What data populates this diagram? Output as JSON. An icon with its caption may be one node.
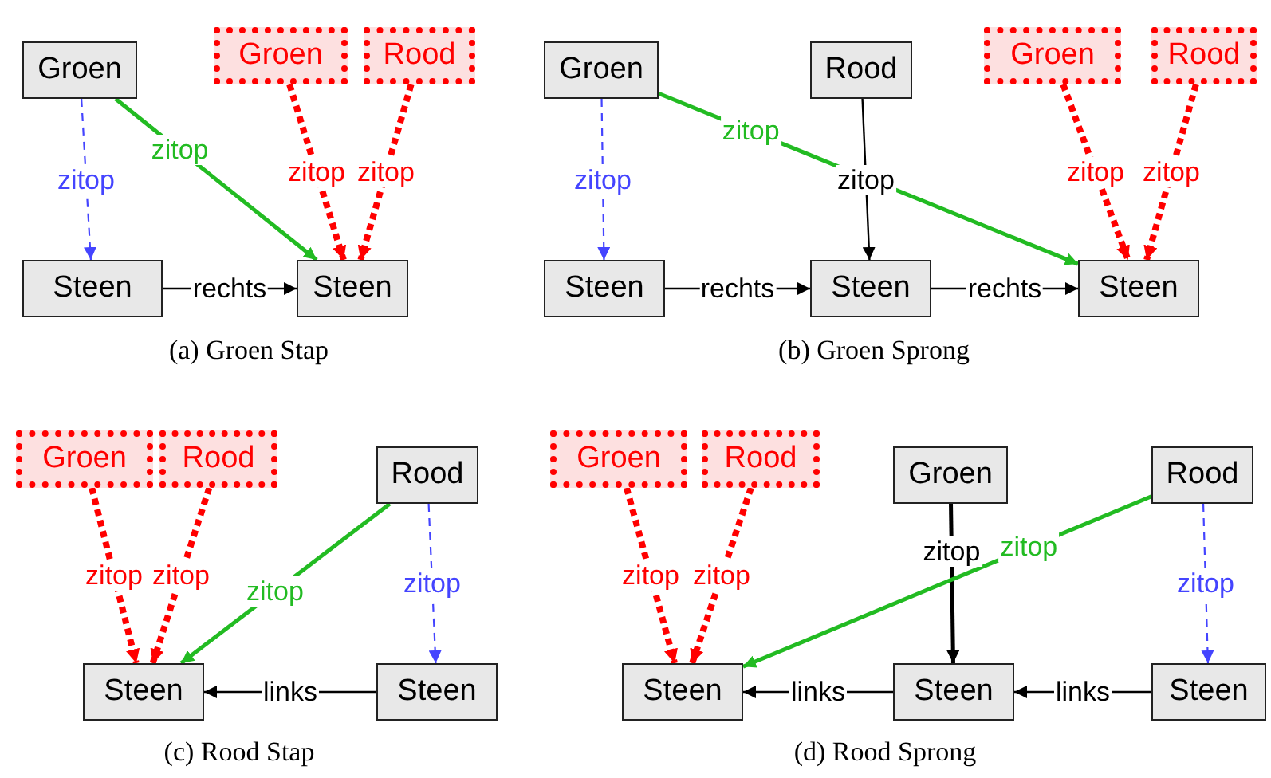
{
  "diagram": {
    "nodes": [
      {
        "text": [
          "Groen"
        ]
      },
      {
        "text": [
          "Groen"
        ]
      },
      {
        "text": [
          "Rood"
        ]
      },
      {
        "text": [
          "Steen"
        ]
      },
      {
        "text": [
          "Steen"
        ]
      },
      {
        "text": [
          "Groen"
        ]
      },
      {
        "text": [
          "Rood"
        ]
      },
      {
        "text": [
          "Groen"
        ]
      },
      {
        "text": [
          "Rood"
        ]
      },
      {
        "text": [
          "Steen"
        ]
      },
      {
        "text": [
          "Steen"
        ]
      },
      {
        "text": [
          "Steen"
        ]
      },
      {
        "text": [
          "Groen"
        ]
      },
      {
        "text": [
          "Rood"
        ]
      },
      {
        "text": [
          "Rood"
        ]
      },
      {
        "text": [
          "Steen"
        ]
      },
      {
        "text": [
          "Steen"
        ]
      },
      {
        "text": [
          "Groen"
        ]
      },
      {
        "text": [
          "Rood"
        ]
      },
      {
        "text": [
          "Groen"
        ]
      },
      {
        "text": [
          "Rood"
        ]
      },
      {
        "text": [
          "Steen"
        ]
      },
      {
        "text": [
          "Steen"
        ]
      },
      {
        "text": [
          "Steen"
        ]
      }
    ],
    "edges": [
      {
        "from": 0,
        "to": 3,
        "arrow": "to",
        "label": "zitop",
        "style": "dashed",
        "color": "#4444ff"
      },
      {
        "from": 0,
        "to": 4,
        "arrow": "to",
        "label": "zitop",
        "color": "#22bb22"
      },
      {
        "from": 1,
        "to": 4,
        "arrow": "to",
        "label": "zitop",
        "style": "dashed",
        "color": "#ff0000"
      },
      {
        "from": 2,
        "to": 4,
        "arrow": "to",
        "label": "zitop",
        "style": "dashed",
        "color": "#ff0000"
      },
      {
        "from": 3,
        "to": 4,
        "arrow": "to",
        "label": "rechts",
        "color": "#000000"
      },
      {
        "from": 5,
        "to": 9,
        "arrow": "to",
        "label": "zitop",
        "style": "dashed",
        "color": "#4444ff"
      },
      {
        "from": 5,
        "to": 11,
        "arrow": "to",
        "label": "zitop",
        "color": "#22bb22"
      },
      {
        "from": 6,
        "to": 10,
        "arrow": "to",
        "label": "zitop",
        "color": "#000000"
      },
      {
        "from": 7,
        "to": 11,
        "arrow": "to",
        "label": "zitop",
        "style": "dashed",
        "color": "#ff0000"
      },
      {
        "from": 8,
        "to": 11,
        "arrow": "to",
        "label": "zitop",
        "style": "dashed",
        "color": "#ff0000"
      },
      {
        "from": 9,
        "to": 10,
        "arrow": "to",
        "label": "rechts",
        "color": "#000000"
      },
      {
        "from": 10,
        "to": 11,
        "arrow": "to",
        "label": "rechts",
        "color": "#000000"
      },
      {
        "from": 12,
        "to": 15,
        "arrow": "to",
        "label": "zitop",
        "style": "dashed",
        "color": "#ff0000"
      },
      {
        "from": 13,
        "to": 15,
        "arrow": "to",
        "label": "zitop",
        "style": "dashed",
        "color": "#ff0000"
      },
      {
        "from": 14,
        "to": 15,
        "arrow": "to",
        "label": "zitop",
        "color": "#22bb22"
      },
      {
        "from": 14,
        "to": 16,
        "arrow": "to",
        "label": "zitop",
        "style": "dashed",
        "color": "#4444ff"
      },
      {
        "from": 16,
        "to": 15,
        "arrow": "to",
        "label": "links",
        "color": "#000000"
      },
      {
        "from": 17,
        "to": 21,
        "arrow": "to",
        "label": "zitop",
        "style": "dashed",
        "color": "#ff0000"
      },
      {
        "from": 18,
        "to": 21,
        "arrow": "to",
        "label": "zitop",
        "style": "dashed",
        "color": "#ff0000"
      },
      {
        "from": 19,
        "to": 22,
        "arrow": "to",
        "label": "zitop",
        "color": "#000000"
      },
      {
        "from": 20,
        "to": 21,
        "arrow": "to",
        "label": "zitop",
        "color": "#22bb22"
      },
      {
        "from": 20,
        "to": 23,
        "arrow": "to",
        "label": "zitop",
        "style": "dashed",
        "color": "#4444ff"
      },
      {
        "from": 23,
        "to": 22,
        "arrow": "to",
        "label": "links",
        "color": "#000000"
      },
      {
        "from": 22,
        "to": 21,
        "arrow": "to",
        "label": "links",
        "color": "#000000"
      }
    ],
    "labels": [
      "(a) Groen Stap",
      "(b) Groen Sprong",
      "(c) Rood Stap",
      "(d) Rood Sprong"
    ]
  }
}
